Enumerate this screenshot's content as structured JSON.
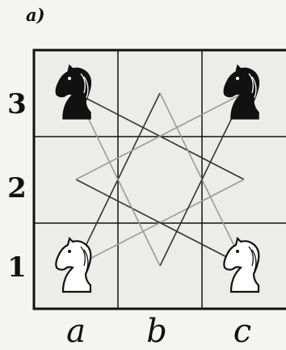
{
  "figure_label": "a)",
  "board": {
    "files": [
      "a",
      "b",
      "c"
    ],
    "ranks": [
      "3",
      "2",
      "1"
    ]
  },
  "pieces": [
    {
      "square": "a3",
      "type": "knight",
      "color": "black"
    },
    {
      "square": "c3",
      "type": "knight",
      "color": "black"
    },
    {
      "square": "a1",
      "type": "knight",
      "color": "white"
    },
    {
      "square": "c1",
      "type": "knight",
      "color": "white"
    }
  ],
  "knight_move_star": {
    "path": [
      "a3",
      "c2",
      "a1",
      "b3",
      "c1",
      "a2",
      "c3",
      "b1",
      "a3"
    ],
    "line_colors": {
      "dark": "#333333",
      "light": "#9a9a9a"
    }
  },
  "colors": {
    "background": "#f4f4f2",
    "board_square": "#ececea",
    "grid": "#111111"
  }
}
